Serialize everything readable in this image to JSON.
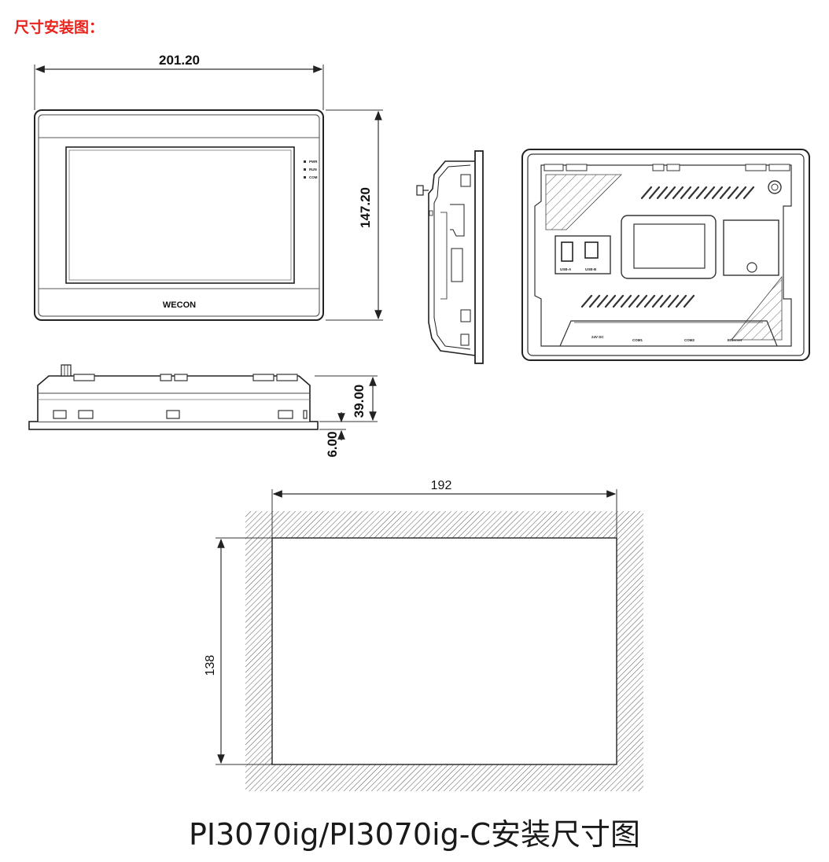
{
  "heading": "尺寸安装图：",
  "caption": "PI3070ig/PI3070ig-C安装尺寸图",
  "colors": {
    "heading": "#e8241c",
    "line": "#222222",
    "hatch": "#555555"
  },
  "front_view": {
    "width_label": "201.20",
    "height_label": "147.20",
    "brand_logo": "WECON",
    "leds": [
      "PWR",
      "RUN",
      "COM"
    ]
  },
  "bottom_view": {
    "depth_label": "39.00",
    "bezel_label": "6.00"
  },
  "rear_view": {
    "ports": [
      "USB-A",
      "USB-B",
      "24V DC",
      "COM1",
      "COM2",
      "Ethernet"
    ]
  },
  "cutout": {
    "width_label": "192",
    "height_label": "138"
  }
}
